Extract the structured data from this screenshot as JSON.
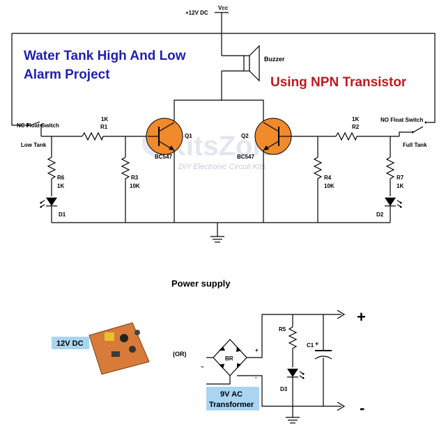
{
  "titles": {
    "main_line1": "Water Tank High And Low",
    "main_line2": "Alarm Project",
    "subtitle": "Using NPN Transistor"
  },
  "supply": {
    "vcc_label": "+12V DC",
    "vcc_symbol": "Vcc"
  },
  "buzzer": {
    "label": "Buzzer"
  },
  "left_switch": {
    "type_label": "NC Float Switch",
    "state_label": "Low Tank"
  },
  "right_switch": {
    "type_label": "NO Float Switch",
    "state_label": "Full Tank"
  },
  "resistors": {
    "r1": {
      "name": "R1",
      "value": "1K"
    },
    "r2": {
      "name": "R2",
      "value": "1K"
    },
    "r3": {
      "name": "R3",
      "value": "10K"
    },
    "r4": {
      "name": "R4",
      "value": "10K"
    },
    "r6": {
      "name": "R6",
      "value": "1K"
    },
    "r7": {
      "name": "R7",
      "value": "1K"
    },
    "r5": {
      "name": "R5"
    }
  },
  "transistors": {
    "q1": {
      "name": "Q1",
      "part": "BC547"
    },
    "q2": {
      "name": "Q2",
      "part": "BC547"
    }
  },
  "leds": {
    "d1": "D1",
    "d2": "D2",
    "d3": "D3"
  },
  "watermark": {
    "brand": "KitsZone",
    "tagline": "DIY Electronic Circuit Kits"
  },
  "power_supply": {
    "title": "Power supply",
    "dc_label": "12V DC",
    "or_label": "(OR)",
    "bridge_label": "BR",
    "bridge_plus": "+",
    "bridge_minus": "-",
    "transformer_line1": "9V AC",
    "transformer_line2": "Transformer",
    "capacitor": "C1",
    "cap_plus": "+",
    "out_plus": "+",
    "out_minus": "-"
  },
  "colors": {
    "title_blue": "#1f1fb0",
    "title_red": "#c0181f",
    "transistor_orange": "#f08a2b",
    "label_box_blue": "#a9d4f2"
  }
}
